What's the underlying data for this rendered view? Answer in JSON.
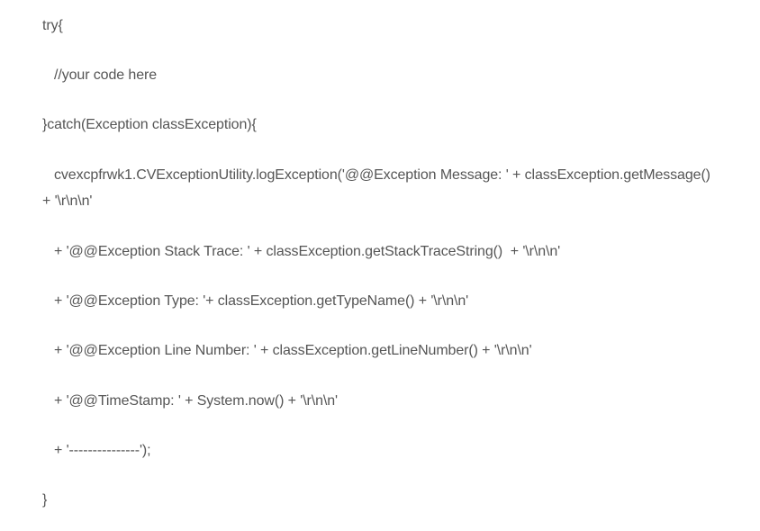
{
  "code": {
    "lines": [
      "try{",
      "//your code here",
      "}catch(Exception classException){",
      "cvexcpfrwk1.CVExceptionUtility.logException('@@Exception Message: ' + classException.getMessage()",
      "+ '\\r\\n\\n'",
      "+ '@@Exception Stack Trace: ' + classException.getStackTraceString()  + '\\r\\n\\n'",
      "+ '@@Exception Type: '+ classException.getTypeName() + '\\r\\n\\n'",
      "+ '@@Exception Line Number: ' + classException.getLineNumber() + '\\r\\n\\n'",
      "+ '@@TimeStamp: ' + System.now() + '\\r\\n\\n'",
      "+ '---------------');",
      "}"
    ]
  }
}
